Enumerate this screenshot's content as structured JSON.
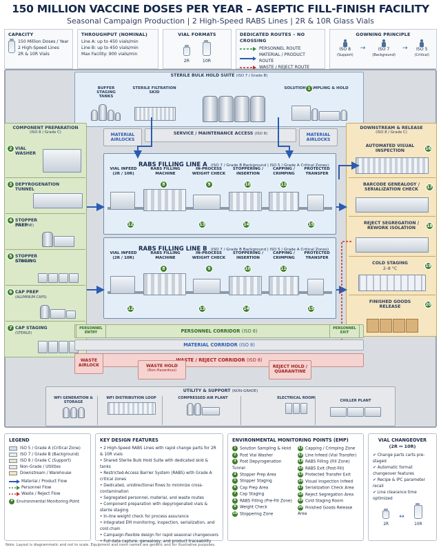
{
  "header": {
    "title": "150 MILLION VACCINE DOSES PER YEAR – ASEPTIC FILL-FINISH FACILITY",
    "subtitle": "Seasonal Campaign Production  |  2 High-Speed RABS Lines  |  2R & 10R Glass Vials"
  },
  "capacity": {
    "title": "CAPACITY",
    "lines": [
      "150 Million Doses / Year",
      "2 High-Speed Lines",
      "2R & 10R Vials"
    ]
  },
  "throughput": {
    "title": "THROUGHPUT (NOMINAL)",
    "lines": [
      "Line A: up to 450 vials/min",
      "Line B: up to 450 vials/min",
      "Max Facility: 900 vials/min"
    ]
  },
  "vial_formats": {
    "title": "VIAL FORMATS",
    "items": [
      "2R",
      "10R"
    ]
  },
  "routes": {
    "title": "DEDICATED ROUTES – NO CROSSING",
    "items": [
      "PERSONNEL ROUTE",
      "MATERIAL / PRODUCT ROUTE",
      "WASTE / REJECT ROUTE"
    ],
    "colors": [
      "#2f8a3a",
      "#2a5bb0",
      "#c42b2b"
    ]
  },
  "gowning": {
    "title": "GOWNING PRINCIPLE",
    "levels": [
      {
        "grade": "ISO 8",
        "note": "(Support)"
      },
      {
        "grade": "ISO 7",
        "note": "(Background)"
      },
      {
        "grade": "ISO 5",
        "note": "(Critical)"
      }
    ]
  },
  "bulk_suite": {
    "title": "STERILE BULK HOLD SUITE",
    "grade": "(ISO 7 / Grade B)",
    "areas": [
      "BUFFER STAGING TANKS",
      "STERILE FILTRATION SKID",
      "SOLUTION SAMPLING & HOLD"
    ]
  },
  "service_access": "SERVICE / MAINTENANCE ACCESS",
  "service_grade": "(ISO 8)",
  "material_airlocks": "MATERIAL AIRLOCKS",
  "component_prep": {
    "title": "COMPONENT PREPARATION",
    "grade": "(ISO 8 / Grade C)",
    "stations": [
      {
        "num": "2",
        "label": "VIAL WASHER",
        "sub": ""
      },
      {
        "num": "3",
        "label": "DEPYROGENATION TUNNEL",
        "sub": ""
      },
      {
        "num": "4",
        "label": "STOPPER PREP",
        "sub": "(SILICONE)"
      },
      {
        "num": "5",
        "label": "STOPPER STAGING",
        "sub": "(STERILE)"
      },
      {
        "num": "6",
        "label": "CAP PREP",
        "sub": "(ALUMINUM CAPS)"
      },
      {
        "num": "7",
        "label": "CAP STAGING",
        "sub": "(STERILE)"
      }
    ]
  },
  "downstream": {
    "title": "DOWNSTREAM & RELEASE",
    "grade": "(ISO 8 / Grade C)",
    "stations": [
      {
        "num": "16",
        "label": "AUTOMATED VISUAL INSPECTION",
        "sub": ""
      },
      {
        "num": "17",
        "label": "BARCODE GENEALOGY / SERIALIZATION CHECK",
        "sub": ""
      },
      {
        "num": "18",
        "label": "REJECT SEGREGATION / REWORK ISOLATION",
        "sub": ""
      },
      {
        "num": "19",
        "label": "COLD STAGING",
        "sub": "2–8 °C"
      },
      {
        "num": "20",
        "label": "FINISHED GOODS RELEASE",
        "sub": ""
      }
    ]
  },
  "line_a": {
    "title": "RABS FILLING LINE A",
    "grade": "(ISO 7 / Grade B Background  |  ISO 5 / Grade A Critical Zones)",
    "steps": [
      {
        "label": "VIAL INFEED (2R / 10R)",
        "num": "12"
      },
      {
        "label": "RABS FILLING MACHINE",
        "num": "8"
      },
      {
        "label": "IN-PROCESS WEIGHT CHECK",
        "num": "9"
      },
      {
        "label": "STOPPERING / INSERTION",
        "num": "10"
      },
      {
        "label": "CAPPING / CRIMPING",
        "num": "11"
      },
      {
        "label": "PROTECTED TRANSFER",
        "num": ""
      }
    ],
    "bottom_nums": [
      "12",
      "13",
      "14",
      "15"
    ]
  },
  "line_b": {
    "title": "RABS FILLING LINE B",
    "grade": "(ISO 7 / Grade B Background  |  ISO 5 / Grade A Critical Zones)",
    "steps": [
      {
        "label": "VIAL INFEED (2R / 10R)",
        "num": "12"
      },
      {
        "label": "RABS FILLING MACHINE",
        "num": "8"
      },
      {
        "label": "IN-PROCESS WEIGHT CHECK",
        "num": "9"
      },
      {
        "label": "STOPPERING / INSERTION",
        "num": "10"
      },
      {
        "label": "CAPPING / CRIMPING",
        "num": "11"
      },
      {
        "label": "PROTECTED TRANSFER",
        "num": ""
      }
    ],
    "bottom_nums": [
      "12",
      "13",
      "14",
      "15"
    ]
  },
  "corridors": {
    "personnel": "PERSONNEL CORRIDOR",
    "personnel_grade": "(ISO 8)",
    "personnel_entry": "PERSONNEL ENTRY",
    "personnel_exit": "PERSONNEL EXIT",
    "material": "MATERIAL CORRIDOR",
    "material_grade": "(ISO 8)",
    "waste": "WASTE / REJECT CORRIDOR",
    "waste_grade": "(ISO 8)",
    "waste_airlock": "WASTE AIRLOCK",
    "waste_hold": "WASTE HOLD",
    "waste_hold_sub": "(Non-Hazardous)",
    "reject_hold": "REJECT HOLD / QUARANTINE"
  },
  "utility": {
    "title": "UTILITY & SUPPORT",
    "grade": "(NON-GRADE)",
    "areas": [
      "WFI GENERATION & STORAGE",
      "WFI DISTRIBUTION LOOP",
      "COMPRESSED AIR PLANT",
      "ELECTRICAL ROOM",
      "CHILLER PLANT"
    ]
  },
  "legend": {
    "title": "LEGEND",
    "zones": [
      {
        "label": "ISO 5 / Grade A (Critical Zone)",
        "color": "#cfe3f6"
      },
      {
        "label": "ISO 7 / Grade B (Background)",
        "color": "#e3eef8"
      },
      {
        "label": "ISO 8 / Grade C (Support)",
        "color": "#dbe9c9"
      },
      {
        "label": "Non-Grade / Utilities",
        "color": "#e6e8eb"
      },
      {
        "label": "Downstream / Warehouse",
        "color": "#f6e6c1"
      }
    ],
    "flows": [
      {
        "label": "Material / Product Flow",
        "color": "#2a5bb0"
      },
      {
        "label": "Personnel Flow",
        "color": "#2f8a3a"
      },
      {
        "label": "Waste / Reject Flow",
        "color": "#c42b2b"
      }
    ],
    "emp_label": "Environmental Monitoring Point"
  },
  "features": {
    "title": "KEY DESIGN FEATURES",
    "items": [
      "2 High-Speed RABS Lines with rapid change parts for 2R & 10R vials",
      "Shared Sterile Bulk Hold Suite with dedicated skid & tanks",
      "Restricted-Access Barrier System (RABS) with Grade A critical zones",
      "Dedicated, unidirectional flows to minimize cross-contamination",
      "Segregated personnel, material, and waste routes",
      "Component preparation with depyrogenated vials & sterile staging",
      "In-line weight check for process assurance",
      "Integrated EM monitoring, inspection, serialization, and cold chain",
      "Campaign-flexible design for rapid seasonal changeovers",
      "Full data capture, genealogy, and product traceability"
    ]
  },
  "emp": {
    "title": "ENVIRONMENTAL MONITORING POINTS (EMP)",
    "col1": [
      {
        "n": "1",
        "t": "Solution Sampling & Hold"
      },
      {
        "n": "2",
        "t": "Post Vial Washer"
      },
      {
        "n": "3",
        "t": "Post Depyrogenation Tunnel"
      },
      {
        "n": "4",
        "t": "Stopper Prep Area"
      },
      {
        "n": "5",
        "t": "Stopper Staging"
      },
      {
        "n": "6",
        "t": "Cap Prep Area"
      },
      {
        "n": "7",
        "t": "Cap Staging"
      },
      {
        "n": "8",
        "t": "RABS Filling (Pre-Fill Zone)"
      },
      {
        "n": "9",
        "t": "Weight Check"
      },
      {
        "n": "10",
        "t": "Stoppering Zone"
      }
    ],
    "col2": [
      {
        "n": "11",
        "t": "Capping / Crimping Zone"
      },
      {
        "n": "12",
        "t": "Line Infeed (Vial Transfer)"
      },
      {
        "n": "13",
        "t": "RABS Filling (Fill Zone)"
      },
      {
        "n": "14",
        "t": "RABS Exit (Post-Fill)"
      },
      {
        "n": "15",
        "t": "Protected Transfer Exit"
      },
      {
        "n": "16",
        "t": "Visual Inspection Infeed"
      },
      {
        "n": "17",
        "t": "Serialization Check Area"
      },
      {
        "n": "18",
        "t": "Reject Segregation Area"
      },
      {
        "n": "19",
        "t": "Cold Staging Room"
      },
      {
        "n": "20",
        "t": "Finished Goods Release Area"
      }
    ]
  },
  "changeover": {
    "title": "VIAL CHANGEOVER",
    "sub": "(2R ↔ 10R)",
    "items": [
      "Change parts carts pre-staged",
      "Automatic format changeover features",
      "Recipe & IPC parameter recall",
      "Line clearance time optimized"
    ],
    "vials": [
      "2R",
      "10R"
    ]
  },
  "footnote": "Note: Layout is diagrammatic and not to scale. Equipment and room names are generic and for illustrative purposes."
}
